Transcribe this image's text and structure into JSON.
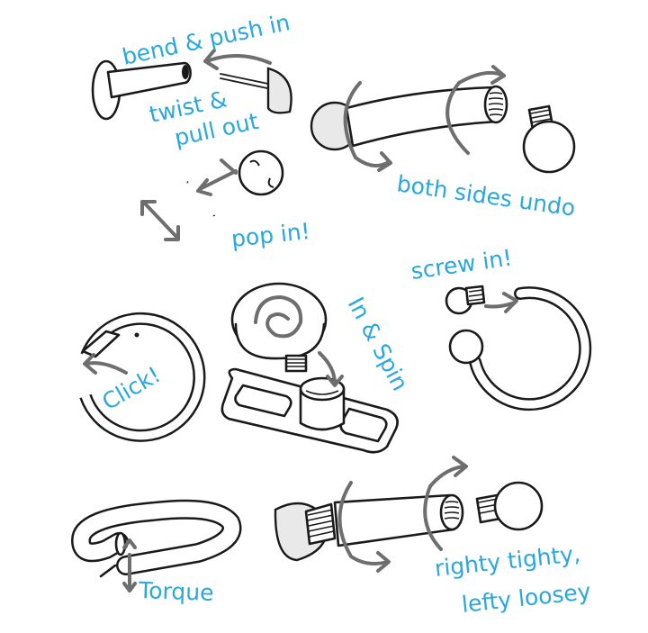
{
  "labels": {
    "bend_push": "bend & push in",
    "twist_pull_1": "twist &",
    "twist_pull_2": "pull out",
    "both_sides": "both sides undo",
    "pop_in": "pop in!",
    "screw_in": "screw in!",
    "in_spin": "In & Spin",
    "click": "Click!",
    "torque": "Torque",
    "righty_1": "righty tighty,",
    "lefty_2": "lefty loosey"
  },
  "colors": {
    "label": "#2aa7dc",
    "ink": "#1a1a1a",
    "arrow": "#6e6e6e"
  }
}
